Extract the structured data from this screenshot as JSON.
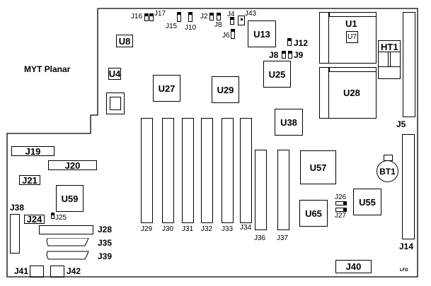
{
  "title": "MYT Planar",
  "footer_code": "LFD",
  "chips": {
    "U1": "U1",
    "U7": "U7",
    "U8": "U8",
    "U4": "U4",
    "U13": "U13",
    "U25": "U25",
    "U27": "U27",
    "U28": "U28",
    "U29": "U29",
    "U38": "U38",
    "U55": "U55",
    "U57": "U57",
    "U59": "U59",
    "U65": "U65",
    "HT1": "HT1",
    "BT1": "BT1"
  },
  "connectors": {
    "J5": "J5",
    "J14": "J14",
    "J19": "J19",
    "J20": "J20",
    "J21": "J21",
    "J24": "J24",
    "J28": "J28",
    "J35": "J35",
    "J38": "J38",
    "J39": "J39",
    "J40": "J40",
    "J41": "J41",
    "J42": "J42"
  },
  "slots": [
    "J29",
    "J30",
    "J31",
    "J32",
    "J33",
    "J34",
    "J36",
    "J37"
  ],
  "jumpers": {
    "J2": "J2",
    "J4": "J4",
    "J6": "J6",
    "J8_top": "J8",
    "J8": "J8",
    "J9": "J9",
    "J10": "J10",
    "J12": "J12",
    "J15": "J15",
    "J16": "J16",
    "J17": "J17",
    "J25": "J25",
    "J26": "J26",
    "J27": "J27",
    "J43": "J43"
  }
}
